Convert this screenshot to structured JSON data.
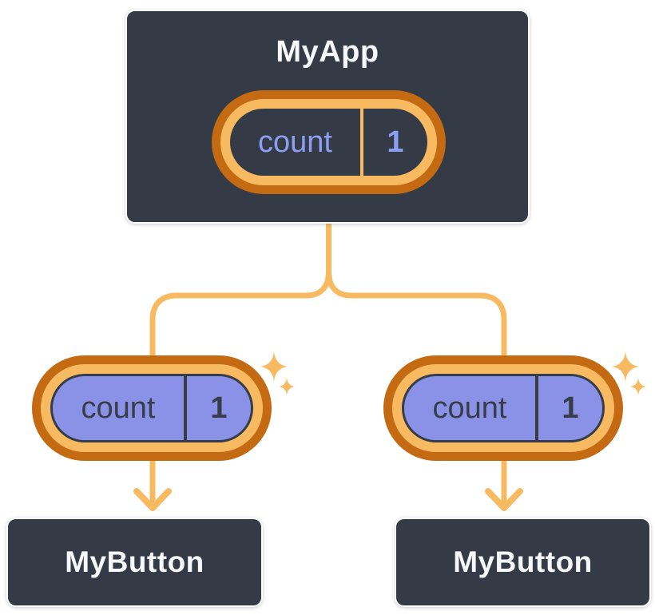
{
  "diagram": {
    "description": "React component tree showing state lifted into each component",
    "colors": {
      "page_bg": "#ffffff",
      "card_bg": "#343A46",
      "card_border": "#ffffff",
      "text_light": "#F6F7F9",
      "text_dark": "#363D49",
      "ring_outer": "#C46A12",
      "ring_inner": "#F8BA61",
      "connector": "#F8BA61",
      "sparkle": "#F8BA61",
      "state_fill": "#8A92E8",
      "state_text": "#8C9FF2"
    },
    "root": {
      "title": "MyApp",
      "state": {
        "name": "count",
        "value": "1"
      }
    },
    "children": [
      {
        "title": "MyButton",
        "state": {
          "name": "count",
          "value": "1"
        }
      },
      {
        "title": "MyButton",
        "state": {
          "name": "count",
          "value": "1"
        }
      }
    ]
  }
}
